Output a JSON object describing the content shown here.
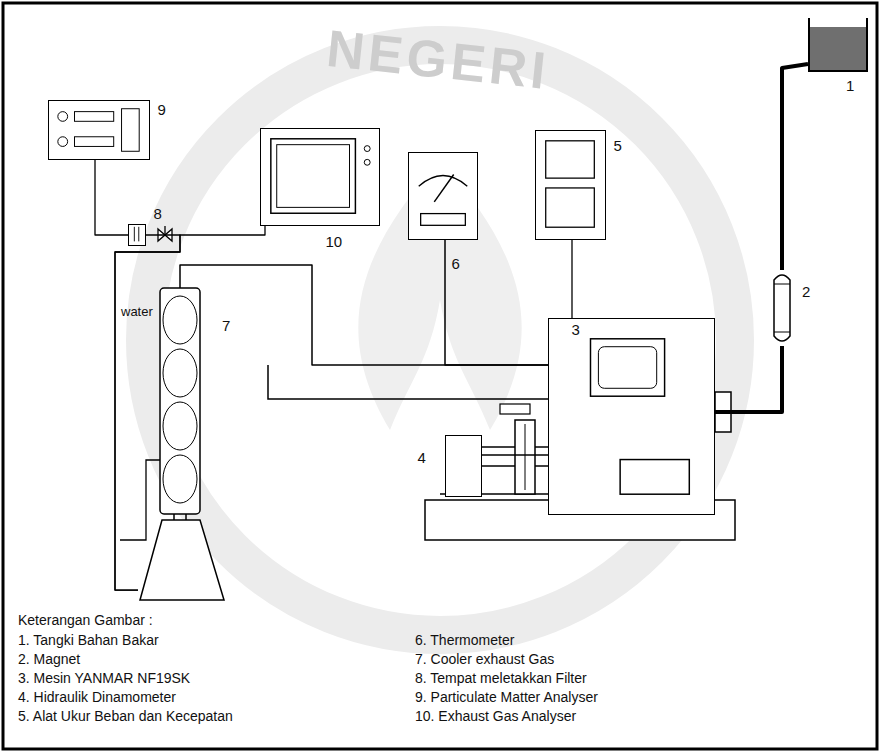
{
  "diagram": {
    "nodes": [
      {
        "text": [
          "1"
        ]
      },
      {
        "text": [
          "2"
        ]
      },
      {
        "text": [
          "3"
        ]
      },
      {
        "text": [
          "4"
        ]
      },
      {
        "text": [
          "5"
        ]
      },
      {
        "text": [
          "6"
        ]
      },
      {
        "text": [
          "water",
          "7"
        ]
      },
      {
        "text": [
          "8"
        ]
      },
      {
        "text": [
          "9"
        ]
      },
      {
        "text": [
          "10"
        ]
      }
    ],
    "edges": [
      {
        "from": 0,
        "to": 1,
        "arrow": "none"
      },
      {
        "from": 1,
        "to": 2,
        "arrow": "none"
      },
      {
        "from": 2,
        "to": 3,
        "arrow": "none"
      },
      {
        "from": 2,
        "to": 5,
        "arrow": "none"
      },
      {
        "from": 2,
        "to": 4,
        "arrow": "none"
      },
      {
        "from": 2,
        "to": 6,
        "arrow": "none"
      },
      {
        "from": 6,
        "to": 7,
        "arrow": "none"
      },
      {
        "from": 7,
        "to": 8,
        "arrow": "none"
      },
      {
        "from": 6,
        "to": 9,
        "arrow": "none"
      }
    ],
    "labels": [
      "NEGERI",
      "Keterangan Gambar :",
      "1. Tangki Bahan Bakar",
      "2. Magnet",
      "3. Mesin YANMAR NF19SK",
      "4. Hidraulik Dinamometer",
      "5. Alat Ukur Beban dan Kecepatan",
      "6. Thermometer",
      "7. Cooler exhaust Gas",
      "8. Tempat meletakkan Filter",
      "9. Particulate Matter Analyser",
      "10. Exhaust Gas Analyser"
    ]
  }
}
